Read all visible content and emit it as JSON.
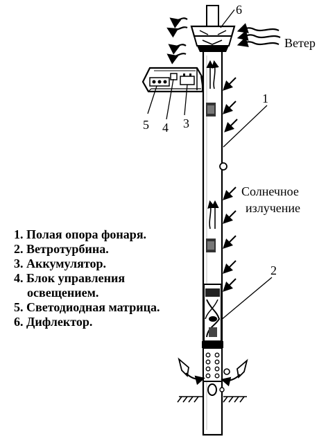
{
  "callouts": {
    "n1": "1",
    "n2": "2",
    "n3": "3",
    "n4": "4",
    "n5": "5",
    "n6": "6"
  },
  "labels": {
    "wind": "Ветер",
    "solar_line1": "Солнечное",
    "solar_line2": "излучение"
  },
  "legend": [
    {
      "text": "1. Полая опора фонаря."
    },
    {
      "text": "2. Ветротурбина."
    },
    {
      "text": "3. Аккумулятор."
    },
    {
      "text": "4. Блок управления",
      "cont": "освещением."
    },
    {
      "text": "5. Светодиодная матрица."
    },
    {
      "text": "6. Дифлектор."
    }
  ]
}
